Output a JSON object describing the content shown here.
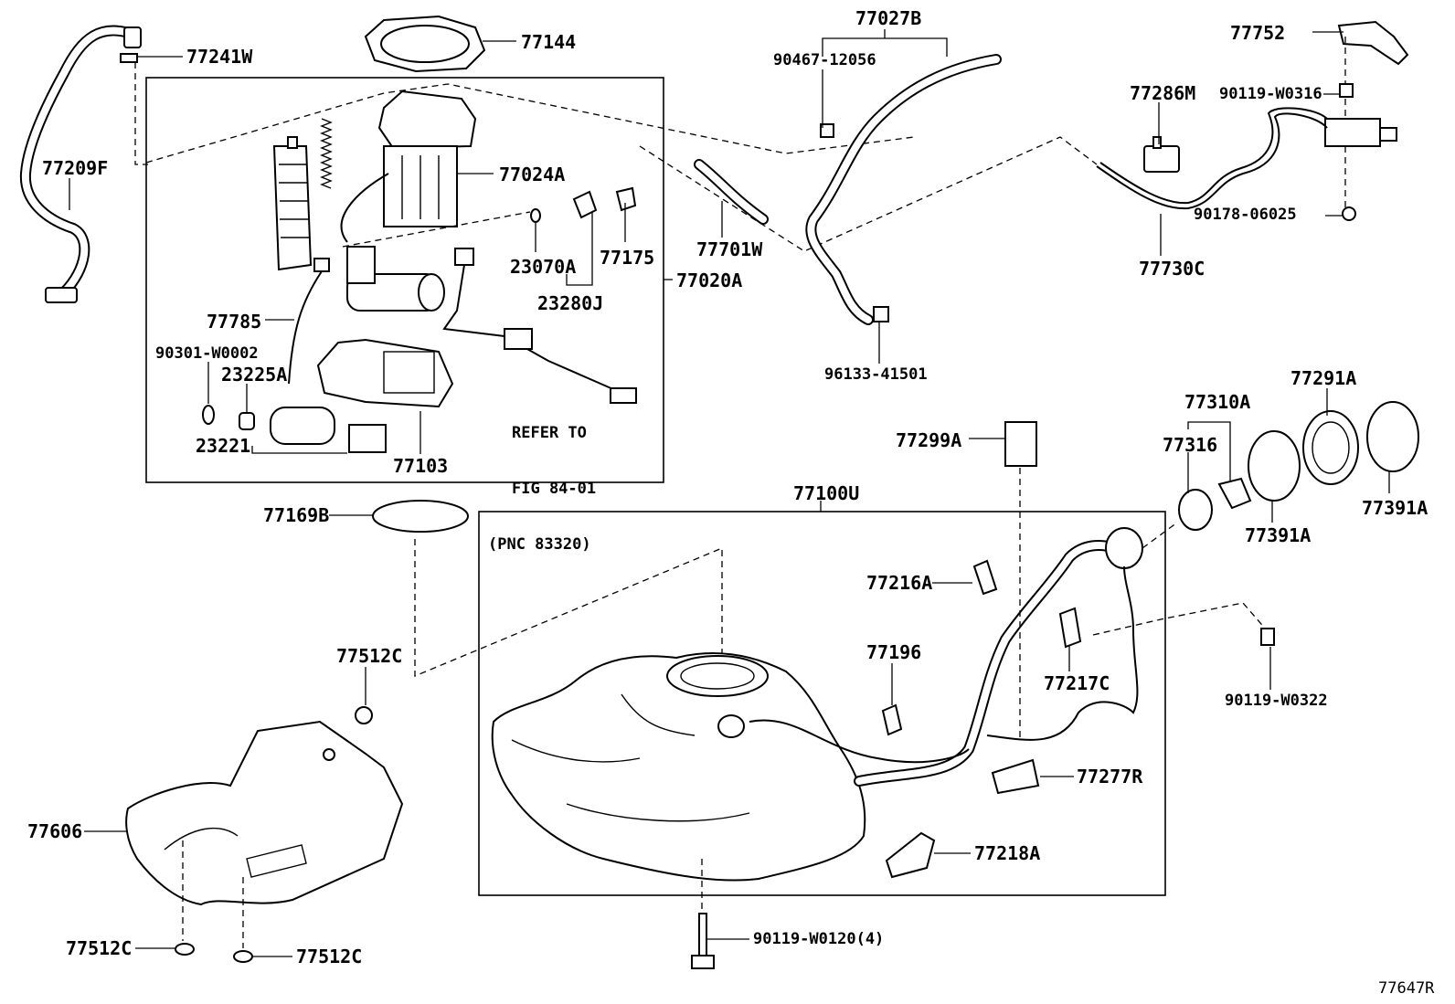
{
  "diagram_code": "77647R",
  "note": {
    "line1": "REFER TO",
    "line2": "FIG 84-01",
    "line3": "(PNC 83320)"
  },
  "labels": {
    "p77241W": "77241W",
    "p77144": "77144",
    "p77027B": "77027B",
    "p90467_12056": "90467-12056",
    "p77752": "77752",
    "p77286M": "77286M",
    "p90119_W0316": "90119-W0316",
    "p77209F": "77209F",
    "p77024A": "77024A",
    "p90178_06025": "90178-06025",
    "p77701W": "77701W",
    "p77175": "77175",
    "p23070A": "23070A",
    "p77730C": "77730C",
    "p23280J": "23280J",
    "p77020A": "77020A",
    "p77785": "77785",
    "p90301_W0002": "90301-W0002",
    "p23225A": "23225A",
    "p96133_41501": "96133-41501",
    "p77291A": "77291A",
    "p77310A": "77310A",
    "p77316": "77316",
    "p23221": "23221",
    "p77103": "77103",
    "p77299A": "77299A",
    "p77391A_1": "77391A",
    "p77391A_2": "77391A",
    "p77100U": "77100U",
    "p77169B": "77169B",
    "p77216A": "77216A",
    "p77512C_top": "77512C",
    "p77196": "77196",
    "p77217C": "77217C",
    "p90119_W0322": "90119-W0322",
    "p77277R": "77277R",
    "p77606": "77606",
    "p77218A": "77218A",
    "p77512C_bl": "77512C",
    "p77512C_br": "77512C",
    "p90119_W0120": "90119-W0120(4)"
  }
}
